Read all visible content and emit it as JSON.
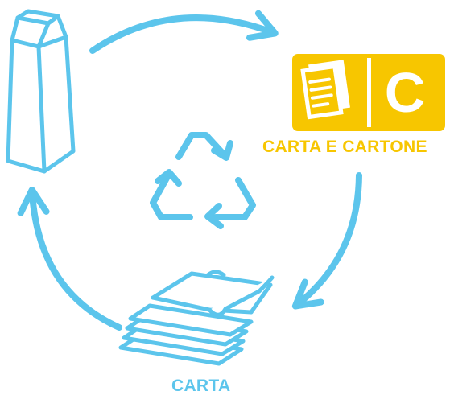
{
  "colors": {
    "cycle_blue": "#5cc5ec",
    "material_yellow": "#f7c600",
    "white": "#ffffff"
  },
  "icons": [
    "milk-carton-icon",
    "paper-cardboard-badge-icon",
    "recycle-icon",
    "paper-stack-icon",
    "cycle-arrow-icon"
  ],
  "cycle": {
    "material_badge": {
      "letter": "C",
      "label": "CARTA E CARTONE"
    },
    "output": {
      "label": "CARTA"
    }
  }
}
